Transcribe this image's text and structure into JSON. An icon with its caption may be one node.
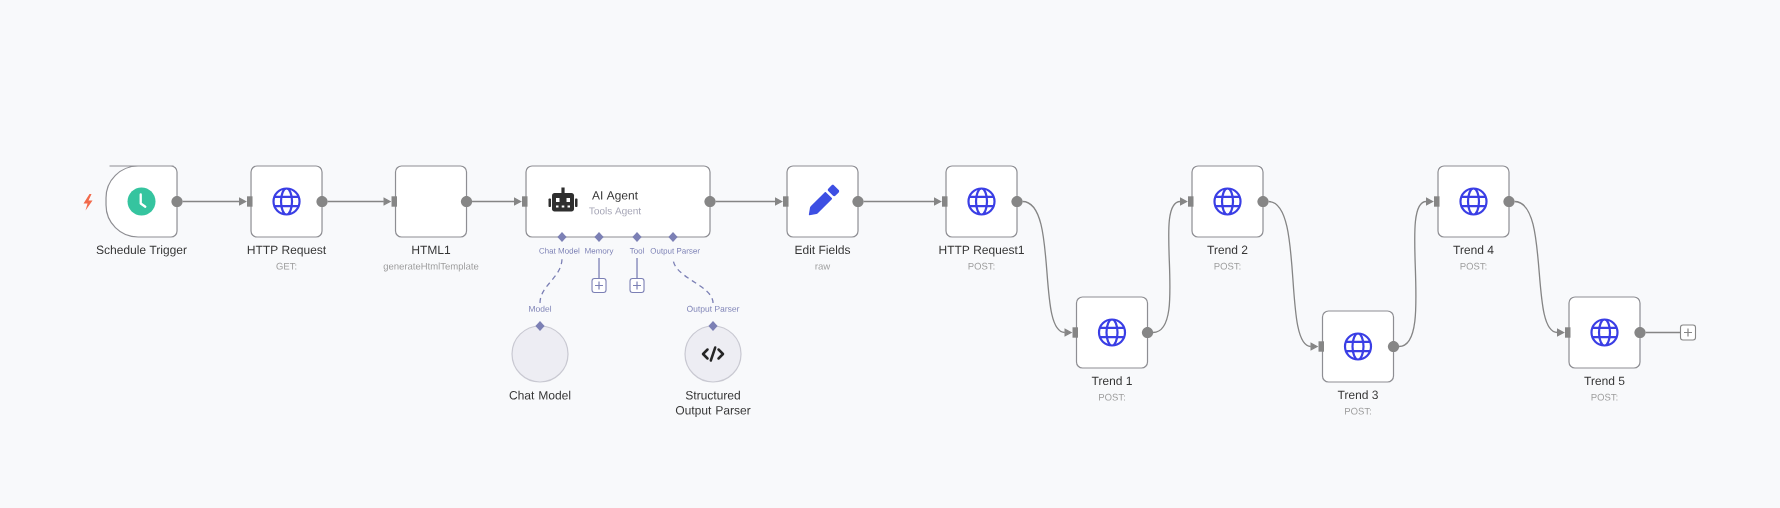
{
  "diagram": {
    "nodes": [
      {
        "text": [
          "Schedule Trigger"
        ]
      },
      {
        "text": [
          "HTTP Request",
          "GET:"
        ]
      },
      {
        "text": [
          "HTML1",
          "generateHtmlTemplate"
        ]
      },
      {
        "text": [
          "AI Agent",
          "Tools Agent"
        ],
        "beside": [
          "Chat Model",
          "Memory",
          "Tool",
          "Output Parser"
        ]
      },
      {
        "text": [
          "Edit Fields",
          "raw"
        ]
      },
      {
        "text": [
          "HTTP Request1",
          "POST:"
        ]
      },
      {
        "text": [
          "Trend 1",
          "POST:"
        ]
      },
      {
        "text": [
          "Trend 2",
          "POST:"
        ]
      },
      {
        "text": [
          "Trend 3",
          "POST:"
        ]
      },
      {
        "text": [
          "Trend 4",
          "POST:"
        ]
      },
      {
        "text": [
          "Trend 5",
          "POST:"
        ]
      },
      {
        "text": [
          "Chat Model"
        ],
        "beside": [
          "Model"
        ]
      },
      {
        "text": [
          "Structured Output Parser"
        ],
        "beside": [
          "Output Parser"
        ]
      },
      {
        "text": [],
        "shape": "box"
      },
      {
        "text": [],
        "shape": "box"
      },
      {
        "text": [],
        "shape": "box"
      }
    ],
    "edges": [
      {
        "from": 0,
        "to": 1,
        "arrow": "to"
      },
      {
        "from": 1,
        "to": 2,
        "arrow": "to"
      },
      {
        "from": 2,
        "to": 3,
        "arrow": "to"
      },
      {
        "from": 3,
        "to": 4,
        "arrow": "to"
      },
      {
        "from": 4,
        "to": 5,
        "arrow": "to"
      },
      {
        "from": 5,
        "to": 6,
        "arrow": "to"
      },
      {
        "from": 6,
        "to": 7,
        "arrow": "to"
      },
      {
        "from": 7,
        "to": 8,
        "arrow": "to"
      },
      {
        "from": 8,
        "to": 9,
        "arrow": "to"
      },
      {
        "from": 9,
        "to": 10,
        "arrow": "to"
      },
      {
        "from": 11,
        "to": 3,
        "arrow": "none",
        "style": "dashed",
        "color": "#7c80b5"
      },
      {
        "from": 12,
        "to": 3,
        "arrow": "none",
        "style": "dashed",
        "color": "#7c80b5"
      },
      {
        "from": 3,
        "to": 13,
        "arrow": "none",
        "color": "#7c80b5"
      },
      {
        "from": 3,
        "to": 14,
        "arrow": "none",
        "color": "#7c80b5"
      },
      {
        "from": 10,
        "to": 15,
        "arrow": "none"
      }
    ]
  }
}
